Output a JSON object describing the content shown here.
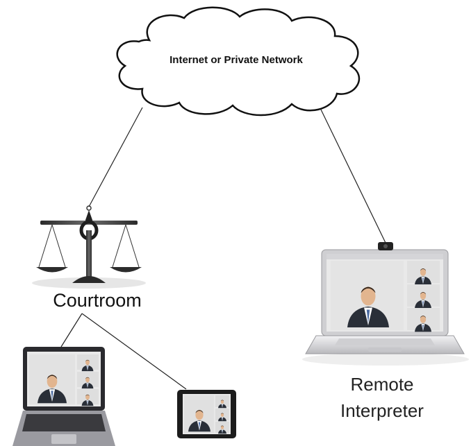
{
  "cloud": {
    "label": "Internet or Private Network"
  },
  "courtroom": {
    "label": "Courtroom"
  },
  "remote": {
    "line1": "Remote",
    "line2": "Interpreter"
  },
  "colors": {
    "line": "#222222",
    "screen_bg": "#e8e8e8",
    "suit": "#2a2f38",
    "laptop_silver": "#d4d4d6"
  },
  "icons": [
    "cloud-icon",
    "scales-of-justice-icon",
    "laptop-icon",
    "tablet-icon",
    "webcam-icon"
  ]
}
